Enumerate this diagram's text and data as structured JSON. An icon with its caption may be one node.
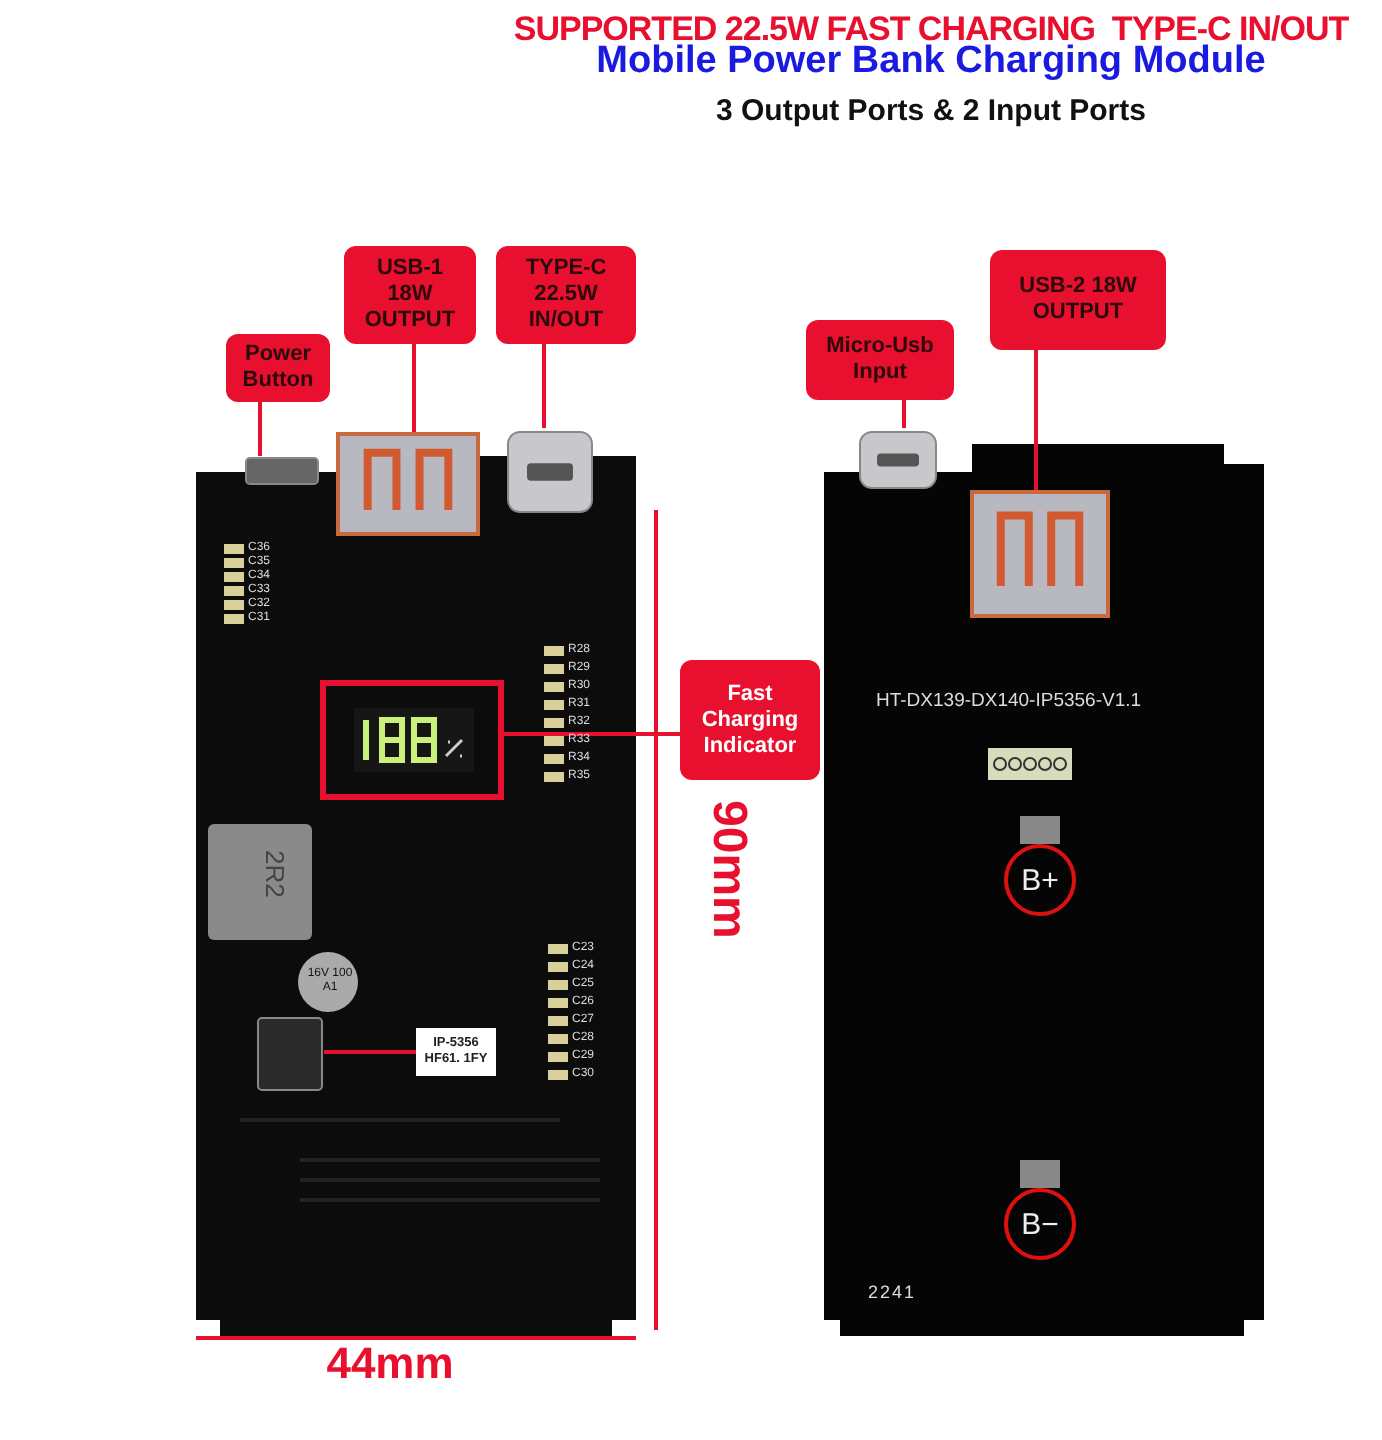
{
  "diagram": {
    "title": "SUPPORTED 22.5W FAST CHARGING  TYPE-C IN/OUT",
    "nodes": [
      {
        "text": [
          "Power Button"
        ]
      },
      {
        "text": [],
        "shape": "box"
      },
      {
        "text": [
          "USB-1 18W OUTPUT"
        ]
      },
      {
        "text": [],
        "shape": "picture"
      },
      {
        "text": [
          "TYPE-C 22.5W IN/OUT"
        ]
      },
      {
        "text": [],
        "shape": "picture"
      },
      {
        "text": [
          "Fast Charging Indicator"
        ]
      },
      {
        "text": [],
        "shape": "box"
      },
      {
        "text": [
          "IP-5356 HF61. 1FY"
        ]
      },
      {
        "text": [],
        "shape": "box"
      },
      {
        "text": [
          "Micro-Usb Input"
        ]
      },
      {
        "text": [],
        "shape": "picture"
      },
      {
        "text": [
          "USB-2 18W OUTPUT"
        ]
      },
      {
        "text": [],
        "shape": "picture"
      },
      {
        "text": [
          "B+"
        ]
      },
      {
        "text": [
          "B−"
        ]
      }
    ],
    "edges": [
      {
        "from": 0,
        "to": 1,
        "arrow": "none"
      },
      {
        "from": 2,
        "to": 3,
        "arrow": "none"
      },
      {
        "from": 4,
        "to": 5,
        "arrow": "none"
      },
      {
        "from": 6,
        "to": 7,
        "arrow": "none"
      },
      {
        "from": 9,
        "to": 8,
        "arrow": "none"
      },
      {
        "from": 10,
        "to": 11,
        "arrow": "none"
      },
      {
        "from": 12,
        "to": 13,
        "arrow": "none"
      }
    ],
    "labels": [
      "Mobile Power Bank Charging Module",
      "3 Output Ports & 2 Input Ports",
      "90mm",
      "44mm",
      "HT-DX139-DX140-IP5356-V1.1",
      "2241",
      "C36",
      "C35",
      "C34",
      "C33",
      "C32",
      "C31",
      "R28",
      "R29",
      "R30",
      "R31",
      "R32",
      "R33",
      "R34",
      "R35",
      "C23",
      "C24",
      "C25",
      "C26",
      "C27",
      "C28",
      "C29",
      "C30",
      "2R2",
      "16V 100 A1"
    ]
  }
}
